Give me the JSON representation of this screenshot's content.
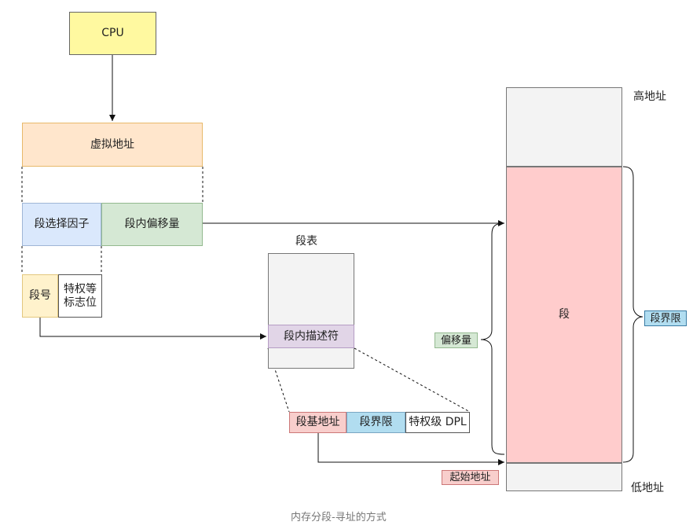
{
  "diagram": {
    "cpu": "CPU",
    "virtual_address": "虚拟地址",
    "segment_selector": "段选择因子",
    "segment_offset": "段内偏移量",
    "segment_number": "段号",
    "privilege_flags": "特权等标志位",
    "segment_table_title": "段表",
    "segment_descriptor": "段内描述符",
    "segment_base": "段基地址",
    "segment_limit": "段界限",
    "privilege_level": "特权级 DPL",
    "segment": "段",
    "high_address": "高地址",
    "low_address": "低地址",
    "offset_tag": "偏移量",
    "limit_tag": "段界限",
    "start_address_tag": "起始地址"
  },
  "caption": "内存分段-寻址的方式"
}
